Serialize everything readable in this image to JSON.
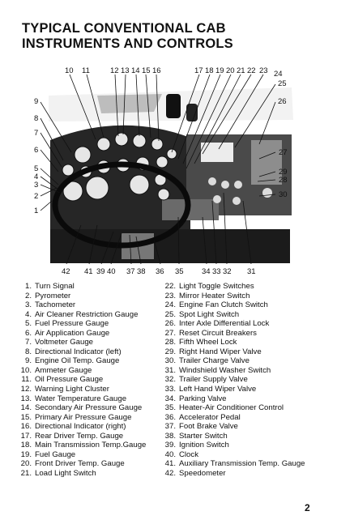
{
  "title": "TYPICAL CONVENTIONAL CAB INSTRUMENTS AND CONTROLS",
  "figure": {
    "callouts_top": [
      "10",
      "11",
      "12",
      "13",
      "14",
      "15",
      "16",
      "17",
      "18",
      "19",
      "20",
      "21",
      "22",
      "23",
      "24",
      "25",
      "26"
    ],
    "callouts_left": [
      "9",
      "8",
      "7",
      "6",
      "5",
      "4",
      "3",
      "2",
      "1"
    ],
    "callouts_right": [
      "27",
      "29",
      "28",
      "30"
    ],
    "callouts_bottom": [
      "42",
      "41",
      "39",
      "40",
      "37",
      "38",
      "36",
      "35",
      "34",
      "33",
      "32",
      "31"
    ]
  },
  "legend_left": [
    {
      "num": "1.",
      "label": "Turn Signal"
    },
    {
      "num": "2.",
      "label": "Pyrometer"
    },
    {
      "num": "3.",
      "label": "Tachometer"
    },
    {
      "num": "4.",
      "label": "Air Cleaner Restriction Gauge"
    },
    {
      "num": "5.",
      "label": "Fuel Pressure Gauge"
    },
    {
      "num": "6.",
      "label": "Air Application Gauge"
    },
    {
      "num": "7.",
      "label": "Voltmeter Gauge"
    },
    {
      "num": "8.",
      "label": "Directional Indicator (left)"
    },
    {
      "num": "9.",
      "label": "Engine Oil Temp. Gauge"
    },
    {
      "num": "10.",
      "label": "Ammeter Gauge"
    },
    {
      "num": "11.",
      "label": "Oil Pressure Gauge"
    },
    {
      "num": "12.",
      "label": "Warning Light Cluster"
    },
    {
      "num": "13.",
      "label": "Water Temperature Gauge"
    },
    {
      "num": "14.",
      "label": "Secondary Air Pressure Gauge"
    },
    {
      "num": "15.",
      "label": "Primary Air Pressure Gauge"
    },
    {
      "num": "16.",
      "label": "Directional Indicator (right)"
    },
    {
      "num": "17.",
      "label": "Rear Driver Temp. Gauge"
    },
    {
      "num": "18.",
      "label": "Main Transmission Temp.Gauge"
    },
    {
      "num": "19.",
      "label": "Fuel Gauge"
    },
    {
      "num": "20.",
      "label": "Front Driver Temp. Gauge"
    },
    {
      "num": "21.",
      "label": "Load Light Switch"
    }
  ],
  "legend_right": [
    {
      "num": "22.",
      "label": "Light Toggle Switches"
    },
    {
      "num": "23.",
      "label": "Mirror Heater Switch"
    },
    {
      "num": "24.",
      "label": "Engine Fan Clutch Switch"
    },
    {
      "num": "25.",
      "label": "Spot Light Switch"
    },
    {
      "num": "26.",
      "label": "Inter Axle Differential Lock"
    },
    {
      "num": "27.",
      "label": "Reset Circuit Breakers"
    },
    {
      "num": "28.",
      "label": "Fifth Wheel Lock"
    },
    {
      "num": "29.",
      "label": "Right Hand Wiper Valve"
    },
    {
      "num": "30.",
      "label": "Trailer Charge Valve"
    },
    {
      "num": "31.",
      "label": "Windshield Washer Switch"
    },
    {
      "num": "32.",
      "label": "Trailer Supply Valve"
    },
    {
      "num": "33.",
      "label": "Left Hand Wiper Valve"
    },
    {
      "num": "34.",
      "label": "Parking Valve"
    },
    {
      "num": "35.",
      "label": "Heater-Air Conditioner Control"
    },
    {
      "num": "36.",
      "label": "Accelerator Pedal"
    },
    {
      "num": "37.",
      "label": "Foot Brake Valve"
    },
    {
      "num": "38.",
      "label": "Starter Switch"
    },
    {
      "num": "39.",
      "label": "Ignition Switch"
    },
    {
      "num": "40.",
      "label": "Clock"
    },
    {
      "num": "41.",
      "label": "Auxiliary Transmission Temp. Gauge"
    },
    {
      "num": "42.",
      "label": "Speedometer"
    }
  ],
  "page_number": "2"
}
